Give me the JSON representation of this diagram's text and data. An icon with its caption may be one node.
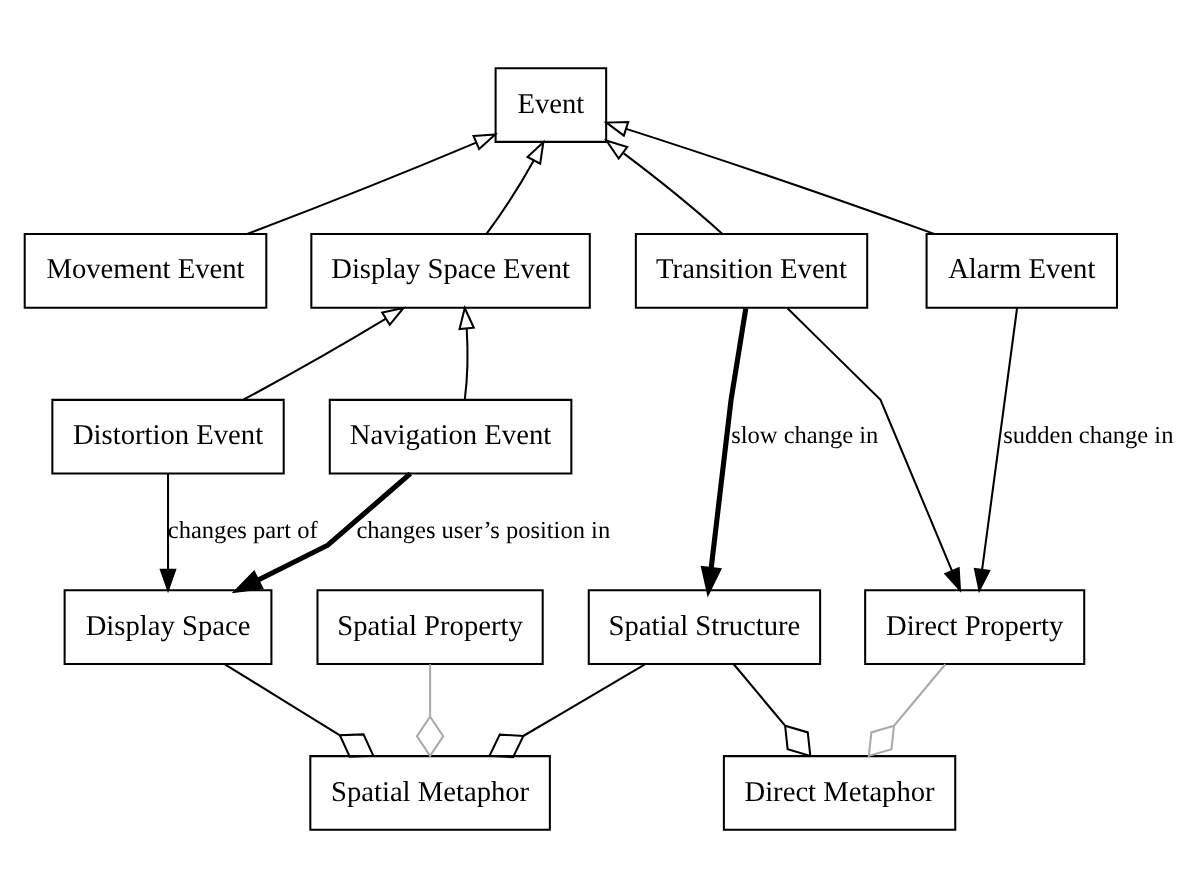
{
  "diagram": {
    "nodes": [
      {
        "text": [
          "Event"
        ]
      },
      {
        "text": [
          "Movement Event"
        ]
      },
      {
        "text": [
          "Display Space Event"
        ]
      },
      {
        "text": [
          "Transition Event"
        ]
      },
      {
        "text": [
          "Alarm Event"
        ]
      },
      {
        "text": [
          "Distortion Event"
        ]
      },
      {
        "text": [
          "Navigation Event"
        ]
      },
      {
        "text": [
          "Display Space"
        ]
      },
      {
        "text": [
          "Spatial Property"
        ]
      },
      {
        "text": [
          "Spatial Structure"
        ]
      },
      {
        "text": [
          "Direct Property"
        ]
      },
      {
        "text": [
          "Spatial Metaphor"
        ]
      },
      {
        "text": [
          "Direct Metaphor"
        ]
      }
    ],
    "edges": [
      {
        "from": 1,
        "to": 0,
        "arrow": "to"
      },
      {
        "from": 2,
        "to": 0,
        "arrow": "to"
      },
      {
        "from": 3,
        "to": 0,
        "arrow": "to"
      },
      {
        "from": 4,
        "to": 0,
        "arrow": "to"
      },
      {
        "from": 5,
        "to": 2,
        "arrow": "to"
      },
      {
        "from": 6,
        "to": 2,
        "arrow": "to"
      },
      {
        "from": 5,
        "to": 7,
        "arrow": "to",
        "label": "changes part of"
      },
      {
        "from": 6,
        "to": 7,
        "arrow": "to",
        "label": "changes user’s position in",
        "style": "thick"
      },
      {
        "from": 3,
        "to": 9,
        "arrow": "to",
        "label": "slow change in",
        "style": "thick"
      },
      {
        "from": 3,
        "to": 10,
        "arrow": "to"
      },
      {
        "from": 4,
        "to": 10,
        "arrow": "to",
        "label": "sudden change in"
      },
      {
        "from": 7,
        "to": 11,
        "arrow": "other"
      },
      {
        "from": 8,
        "to": 11,
        "arrow": "other",
        "color": "#aaaaaa"
      },
      {
        "from": 9,
        "to": 11,
        "arrow": "other"
      },
      {
        "from": 9,
        "to": 12,
        "arrow": "other"
      },
      {
        "from": 10,
        "to": 12,
        "arrow": "other",
        "color": "#aaaaaa"
      }
    ]
  }
}
